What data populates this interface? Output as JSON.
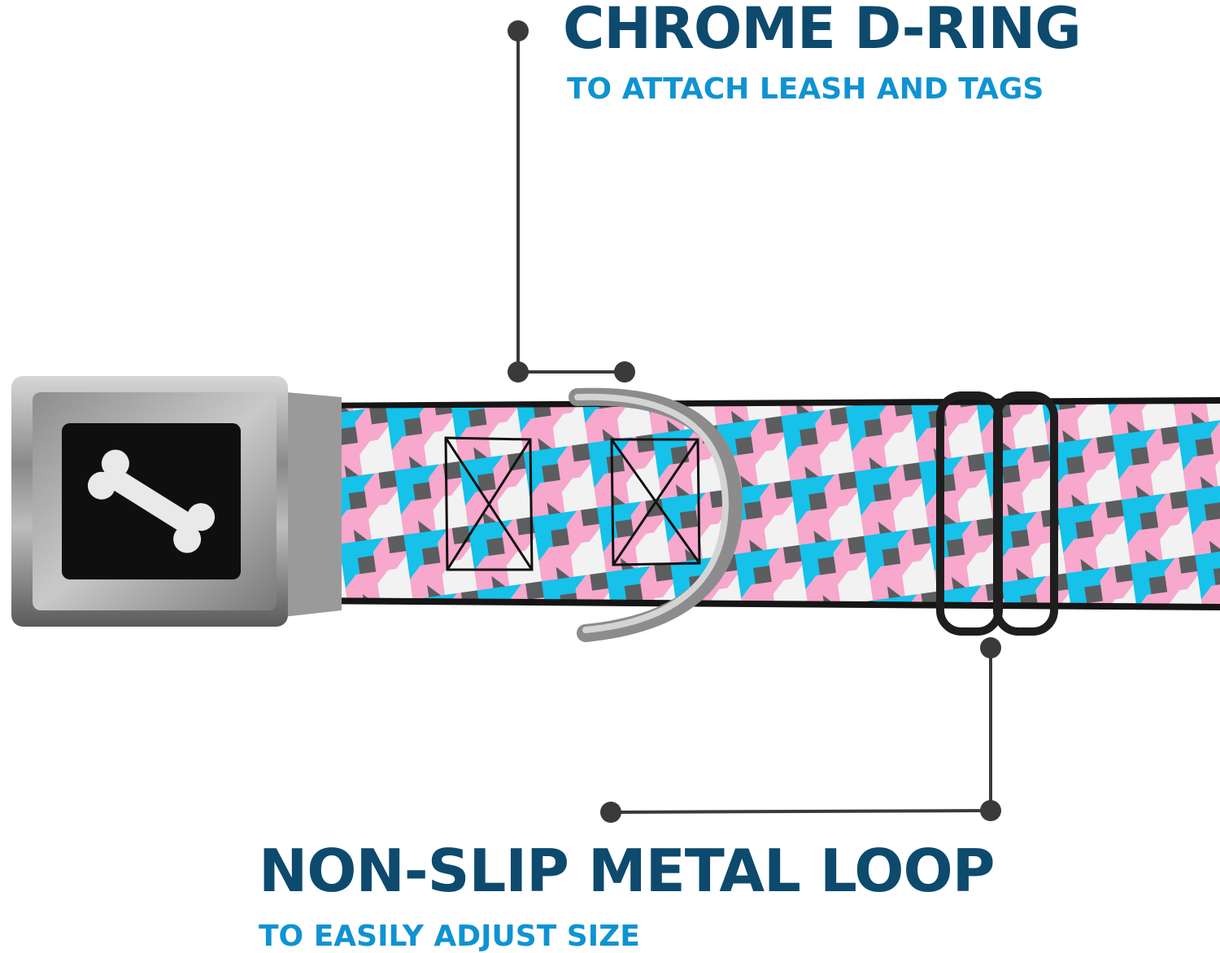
{
  "callouts": {
    "dring": {
      "title": "CHROME D-RING",
      "subtitle": "TO ATTACH LEASH AND TAGS"
    },
    "loop": {
      "title": "NON-SLIP METAL LOOP",
      "subtitle": "TO EASILY ADJUST SIZE"
    }
  },
  "colors": {
    "title": "#0d4a6e",
    "subtitle": "#0f93d2",
    "leader": "#3a3a3a",
    "pattern_pink": "#f7a8cc",
    "pattern_cyan": "#16c1ea",
    "pattern_gray": "#5b5d5f",
    "pattern_white": "#f2f2f2"
  },
  "product": {
    "buckle_icon": "bone-icon",
    "pattern": "houndstooth"
  }
}
